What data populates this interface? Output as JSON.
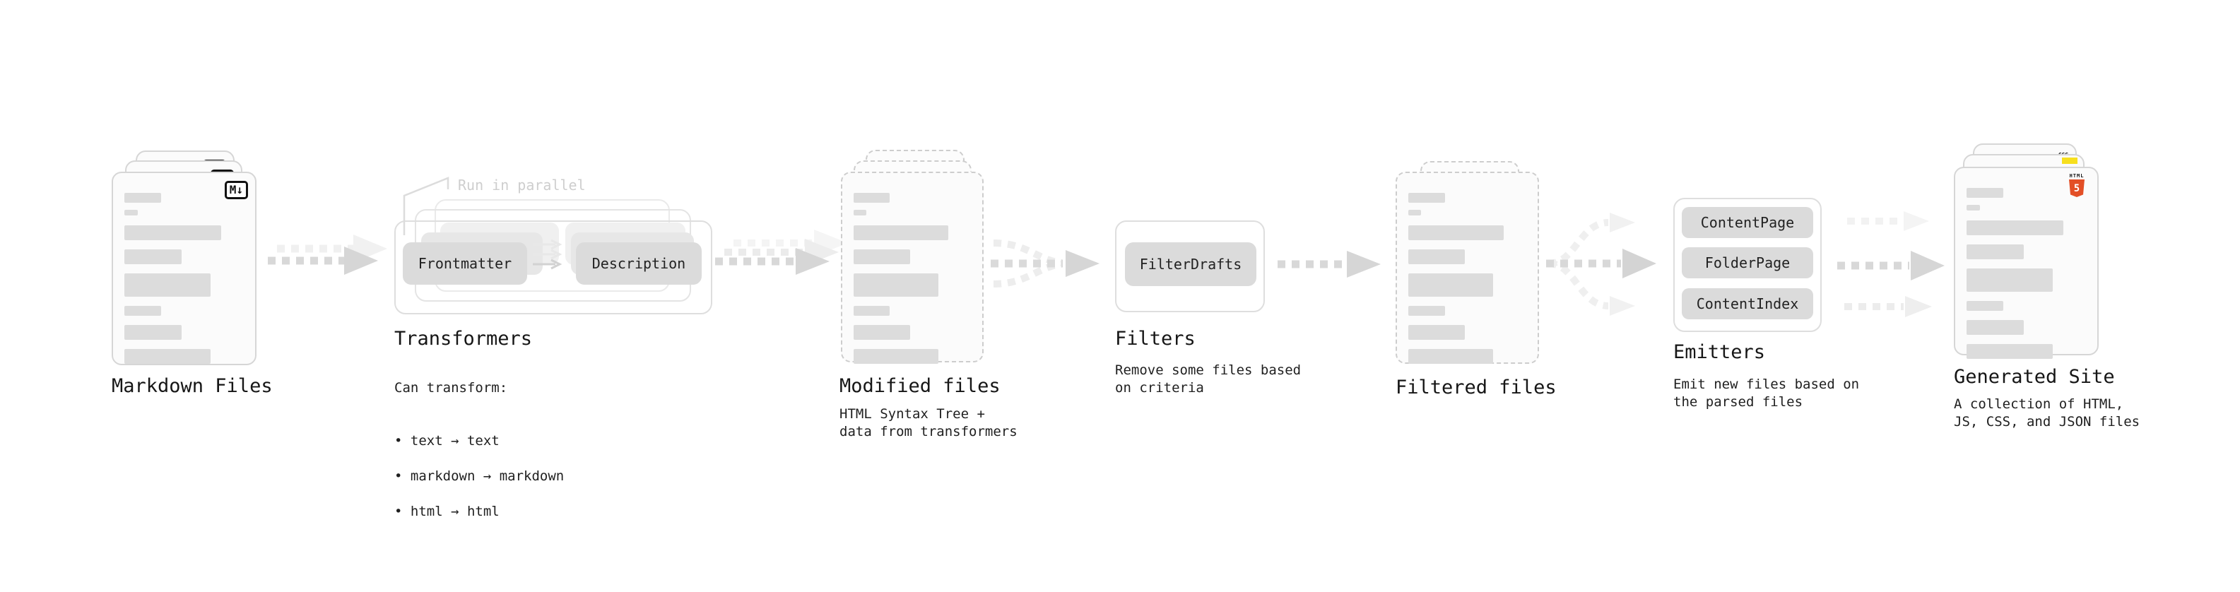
{
  "diagram": {
    "markdown": {
      "title": "Markdown Files",
      "badge": "M↓"
    },
    "transformers": {
      "title": "Transformers",
      "annotation": "Run in parallel",
      "pill_left": "Frontmatter",
      "pill_right": "Description",
      "caption_heading": "Can transform:",
      "bullets": [
        "• text → text",
        "• markdown → markdown",
        "• html → html"
      ]
    },
    "modified": {
      "title": "Modified files",
      "caption": "HTML Syntax Tree +\ndata from transformers"
    },
    "filters": {
      "title": "Filters",
      "pill": "FilterDrafts",
      "caption": "Remove some files based\non criteria"
    },
    "filtered": {
      "title": "Filtered files"
    },
    "emitters": {
      "title": "Emitters",
      "pills": [
        "ContentPage",
        "FolderPage",
        "ContentIndex"
      ],
      "caption": "Emit new files based on\nthe parsed files"
    },
    "generated": {
      "title": "Generated Site",
      "caption": "A collection of HTML,\nJS, CSS, and JSON files",
      "badge_html_label": "HTML",
      "badge_html_number": "5",
      "badge_css": "CSS"
    },
    "doc_lines": [
      {
        "w": 31,
        "h": 14,
        "mb": 10
      },
      {
        "w": 11,
        "h": 8,
        "mb": 14
      },
      {
        "w": 81,
        "h": 21,
        "mb": 13
      },
      {
        "w": 48,
        "h": 21,
        "mb": 13
      },
      {
        "w": 72,
        "h": 33,
        "mb": 13
      },
      {
        "w": 31,
        "h": 14,
        "mb": 13
      },
      {
        "w": 48,
        "h": 21,
        "mb": 13
      },
      {
        "w": 72,
        "h": 21,
        "mb": 0
      }
    ],
    "colors": {
      "doc_border": "#d6d6d6",
      "dashed_border": "#cdcdcd",
      "bar": "#dcdcdc",
      "pill_bg": "#dbdbdb",
      "arrow": "#d8d8d8",
      "arrow_light": "#ebebeb",
      "arrow_lighter": "#f3f3f3",
      "annotation": "#cecece",
      "html5_orange": "#e34f26",
      "js_yellow": "#f7df1e",
      "css_blue": "#2962ff",
      "text": "#1a1a1a"
    }
  }
}
